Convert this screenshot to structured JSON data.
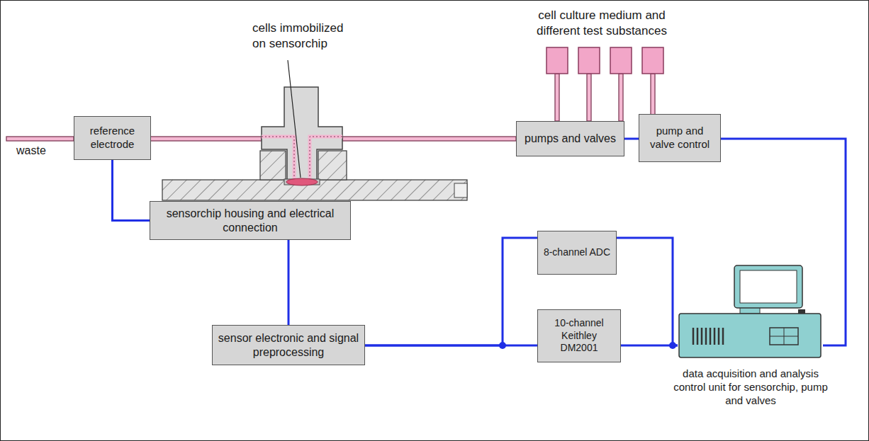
{
  "diagram": {
    "nodes": [
      {
        "text": [
          "reference electrode"
        ]
      },
      {
        "text": [
          "sensorchip housing and electrical connection"
        ]
      },
      {
        "text": [
          "pumps and valves"
        ]
      },
      {
        "text": [
          "pump and valve control"
        ]
      },
      {
        "text": [
          "8-channel ADC"
        ]
      },
      {
        "text": [
          "sensor electronic and signal preprocessing"
        ]
      },
      {
        "text": [
          "10-channel Keithley DM2001"
        ]
      },
      {
        "text": [
          "data acquisition and analysis control unit for sensorchip, pump and valves"
        ]
      }
    ],
    "edges": [
      {
        "from": 0,
        "to": 1,
        "arrow": "none"
      },
      {
        "from": 1,
        "to": 5,
        "arrow": "none"
      },
      {
        "from": 5,
        "to": 4,
        "arrow": "none"
      },
      {
        "from": 5,
        "to": 6,
        "arrow": "none"
      },
      {
        "from": 4,
        "to": 7,
        "arrow": "none"
      },
      {
        "from": 6,
        "to": 7,
        "arrow": "none"
      },
      {
        "from": 7,
        "to": 3,
        "arrow": "none"
      },
      {
        "from": 3,
        "to": 2,
        "arrow": "none"
      }
    ],
    "labels": [
      "cells immobilized on sensorchip",
      "cell culture medium and different test substances",
      "waste"
    ]
  }
}
